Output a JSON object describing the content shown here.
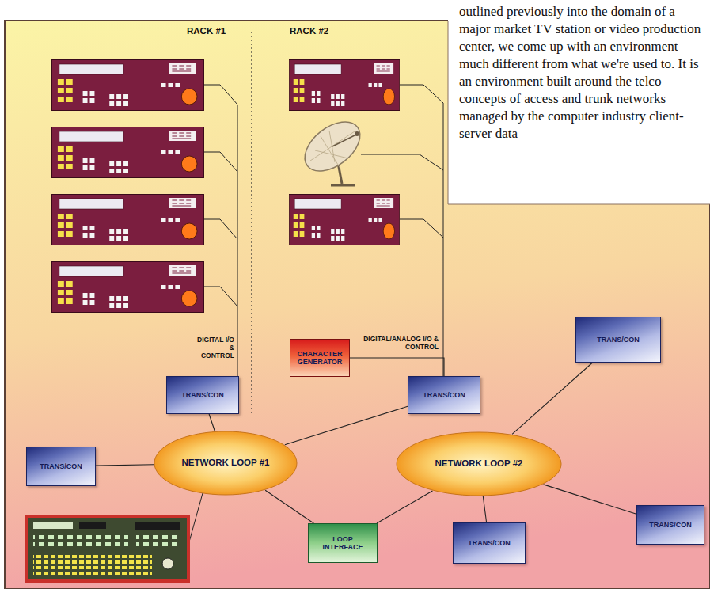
{
  "diagram": {
    "nodes": [
      {
        "text": [
          "CHARACTER GENERATOR"
        ]
      },
      {
        "text": [
          "TRANS/CON"
        ]
      },
      {
        "text": [
          "TRANS/CON"
        ]
      },
      {
        "text": [
          "TRANS/CON"
        ]
      },
      {
        "text": [
          "TRANS/CON"
        ]
      },
      {
        "text": [
          "NETWORK LOOP #1"
        ]
      },
      {
        "text": [
          "NETWORK LOOP #2"
        ]
      },
      {
        "text": [
          "TRANS/CON"
        ]
      },
      {
        "text": [
          "LOOP INTERFACE"
        ]
      },
      {
        "text": [
          "TRANS/CON"
        ]
      }
    ],
    "edges": [
      {
        "from": 1,
        "to": 5,
        "arrow": "none"
      },
      {
        "from": 2,
        "to": 5,
        "arrow": "none"
      },
      {
        "from": 4,
        "to": 5,
        "arrow": "none"
      },
      {
        "from": 0,
        "to": 2,
        "arrow": "none"
      },
      {
        "from": 5,
        "to": 8,
        "arrow": "none"
      },
      {
        "from": 8,
        "to": 6,
        "arrow": "none"
      },
      {
        "from": 6,
        "to": 3,
        "arrow": "none"
      },
      {
        "from": 6,
        "to": 7,
        "arrow": "none"
      },
      {
        "from": 6,
        "to": 9,
        "arrow": "none"
      }
    ],
    "labels": [
      "RACK #1",
      "RACK #2",
      "DIGITAL I/O & CONTROL",
      "DIGITAL/ANALOG I/O & CONTROL",
      "outlined previously into the domain of a major market TV station or video production center, we come up with an environment much different from what we're used to. It is an environment built around the telco concepts of access and trunk networks managed by the computer industry client-server data"
    ]
  }
}
